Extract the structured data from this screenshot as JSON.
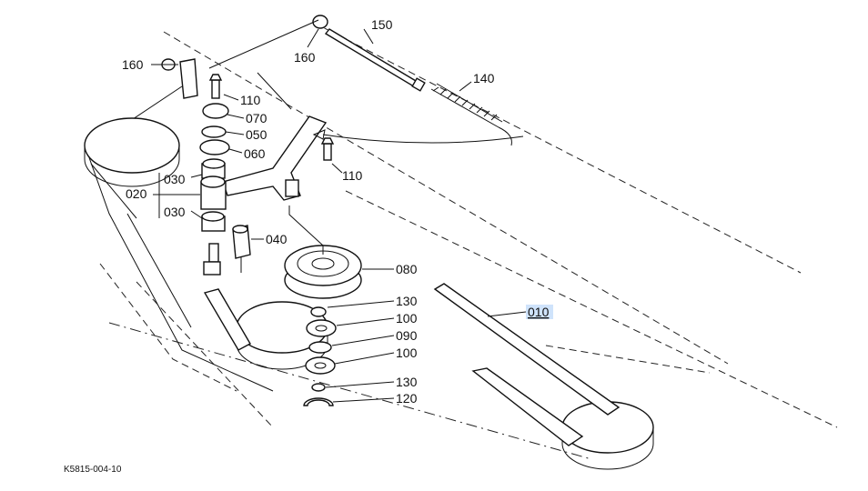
{
  "figure_ref": "K5815-004-10",
  "callouts": {
    "p010": "010",
    "p020": "020",
    "p030a": "030",
    "p030b": "030",
    "p040": "040",
    "p050": "050",
    "p060": "060",
    "p070": "070",
    "p080": "080",
    "p090": "090",
    "p100a": "100",
    "p100b": "100",
    "p110a": "110",
    "p110b": "110",
    "p120": "120",
    "p130a": "130",
    "p130b": "130",
    "p140": "140",
    "p150": "150",
    "p160a": "160",
    "p160b": "160"
  },
  "selected_callout": "010",
  "colors": {
    "line": "#111111",
    "highlight": "#cfe3fb",
    "background": "#ffffff"
  }
}
